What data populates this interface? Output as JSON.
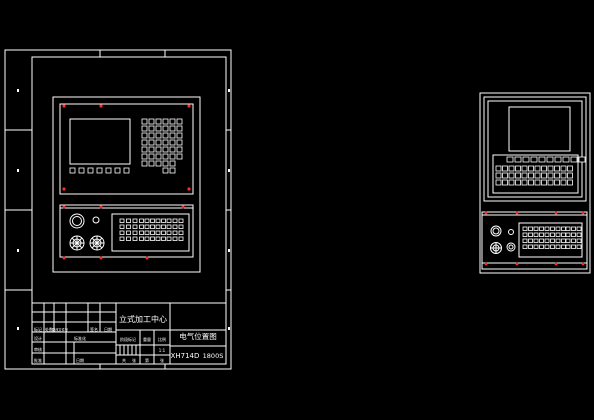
{
  "app": {
    "background": "#000000",
    "line_color": "#ffffff",
    "marker_color": "#ff2a2a"
  },
  "title_block": {
    "project_name": "立式加工中心",
    "drawing_name": "电气位置图",
    "drawing_code": "XH714D",
    "date": "1800S",
    "small_rows": {
      "r1": [
        "标记",
        "处数",
        "更改文件号",
        "签名",
        "日期"
      ],
      "r2": [
        "设计",
        "",
        "",
        "标准化"
      ],
      "r3": [
        "审核",
        "",
        "",
        "工艺"
      ],
      "r4": [
        "批准",
        "",
        "",
        "日期"
      ]
    },
    "stage_headers": [
      "阶段标记",
      "重量",
      "比例"
    ],
    "scale": "1:1",
    "sheet_row": [
      "共",
      "张",
      "第",
      "张"
    ]
  }
}
